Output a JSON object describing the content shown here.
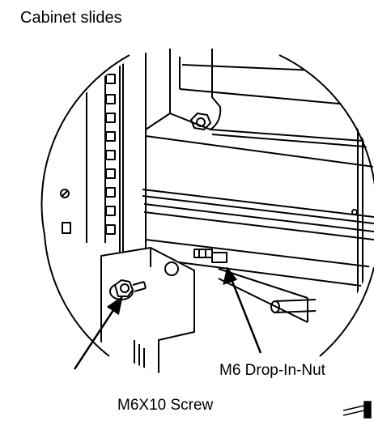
{
  "labels": {
    "title": "Cabinet slides",
    "drop_in_nut": "M6 Drop-In-Nut",
    "screw": "M6X10 Screw"
  },
  "colors": {
    "line": "#000000",
    "background": "#ffffff"
  },
  "icons": [
    "rail-hole-icon",
    "screw-head-icon",
    "nut-icon",
    "arrow-icon",
    "corner-mark-icon"
  ]
}
